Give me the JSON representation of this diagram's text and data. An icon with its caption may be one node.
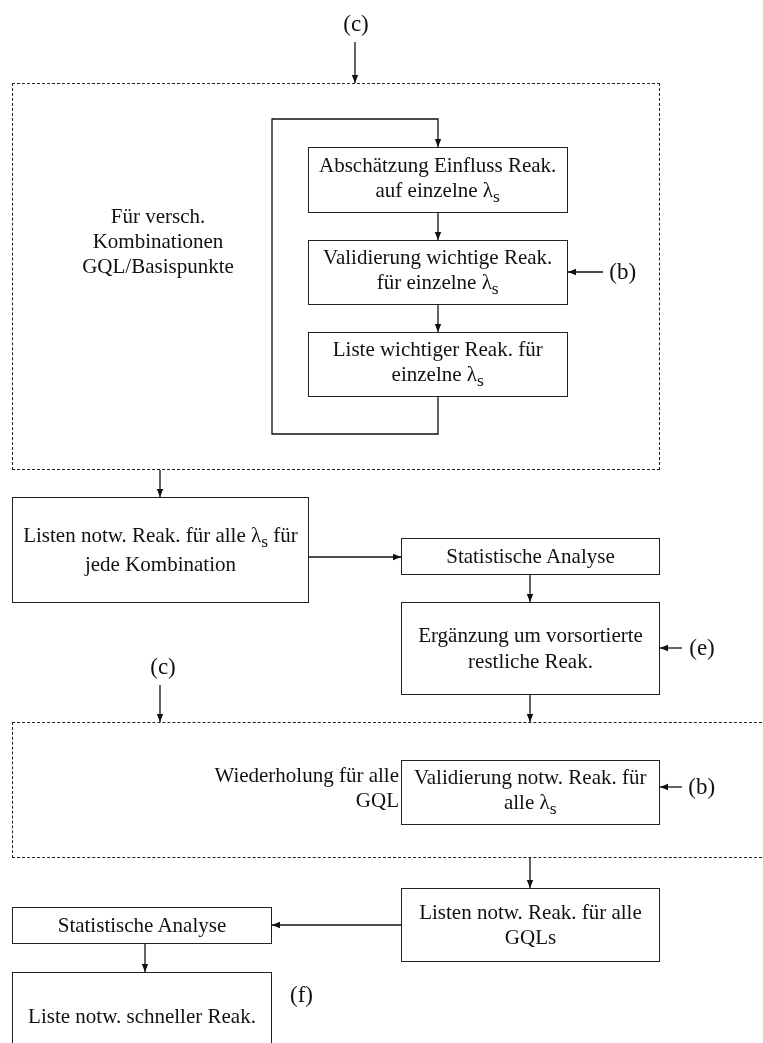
{
  "diagram": {
    "nodes": [
      {
        "text": [
          "(c)"
        ]
      },
      {
        "text": [
          "Für versch. Kombinationen GQL/Basispunkte"
        ]
      },
      {
        "text": [
          "Abschätzung Einfluss Reak. auf einzelne λ$_{s}$"
        ],
        "in": 1
      },
      {
        "text": [
          "Validierung wichtige Reak. für einzelne λ$_{s}$"
        ],
        "in": 1
      },
      {
        "text": [
          "(b)"
        ],
        "in": 1
      },
      {
        "text": [
          "Liste wichtiger Reak. für einzelne λ$_{s}$"
        ],
        "in": 1
      },
      {
        "text": [
          "Listen notw. Reak. für alle λ$_{s}$ für jede Kombination"
        ]
      },
      {
        "text": [
          "Statistische Analyse"
        ]
      },
      {
        "text": [
          "Ergänzung um vorsortierte restliche Reak."
        ]
      },
      {
        "text": [
          "(e)"
        ]
      },
      {
        "text": [
          "(c)"
        ]
      },
      {
        "text": [
          "Wiederholung für alle GQL"
        ]
      },
      {
        "text": [
          "Validierung notw. Reak. für alle λ$_{s}$"
        ],
        "in": 11
      },
      {
        "text": [
          "(b)"
        ],
        "in": 11
      },
      {
        "text": [
          "Listen notw. Reak. für alle GQLs"
        ]
      },
      {
        "text": [
          "Statistische Analyse"
        ]
      },
      {
        "text": [
          "Liste notw. schneller Reak."
        ],
        "beside": [
          "(f)"
        ]
      }
    ],
    "edges": [
      {
        "from": 0,
        "to": 1,
        "arrow": "to"
      },
      {
        "from": 2,
        "to": 3,
        "arrow": "to"
      },
      {
        "from": 3,
        "to": 5,
        "arrow": "to"
      },
      {
        "from": 5,
        "to": 2,
        "arrow": "to"
      },
      {
        "from": 4,
        "to": 3,
        "arrow": "to"
      },
      {
        "from": 1,
        "to": 6,
        "arrow": "to"
      },
      {
        "from": 6,
        "to": 7,
        "arrow": "to"
      },
      {
        "from": 7,
        "to": 8,
        "arrow": "to"
      },
      {
        "from": 9,
        "to": 8,
        "arrow": "to"
      },
      {
        "from": 8,
        "to": 11,
        "arrow": "to"
      },
      {
        "from": 10,
        "to": 11,
        "arrow": "to"
      },
      {
        "from": 13,
        "to": 12,
        "arrow": "to"
      },
      {
        "from": 11,
        "to": 14,
        "arrow": "to"
      },
      {
        "from": 14,
        "to": 15,
        "arrow": "to"
      },
      {
        "from": 15,
        "to": 16,
        "arrow": "to"
      }
    ]
  }
}
